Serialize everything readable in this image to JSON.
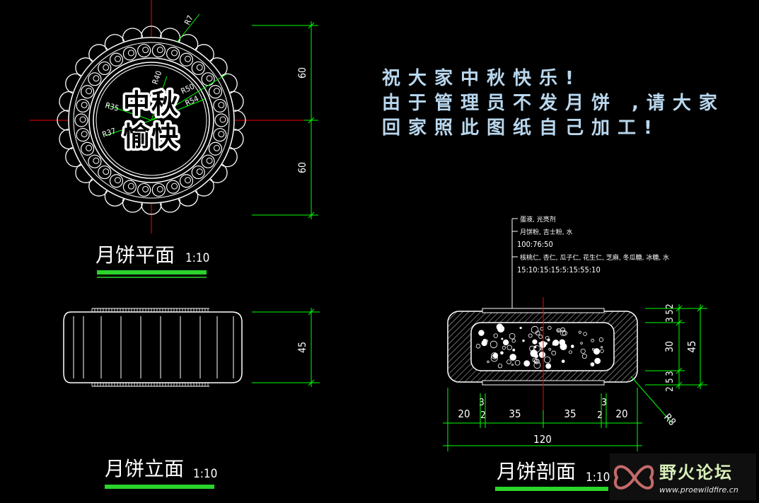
{
  "message": {
    "line1": "祝大家中秋快乐!",
    "line2": "由于管理员不发月饼 ,请大家",
    "line3": "回家照此图纸自己加工!"
  },
  "plan": {
    "stamp_line1": "中秋",
    "stamp_line2": "愉快",
    "title": "月饼平面",
    "scale": "1:10",
    "radius_labels": [
      "R7",
      "R40",
      "R50",
      "R54",
      "R35",
      "R37"
    ],
    "dim_top": "60",
    "dim_bottom": "60"
  },
  "elevation": {
    "title": "月饼立面",
    "scale": "1:10",
    "dim_height": "45"
  },
  "section": {
    "title": "月饼剖面",
    "scale": "1:10",
    "notes": [
      "蛋液, 光亮剂",
      "月饼粉, 吉士粉, 水",
      "100:76:50",
      "核桃仁, 杏仁, 瓜子仁, 花生仁, 芝麻, 冬瓜糖, 冰糖, 水",
      "15:10:15:15:5:15:55:10"
    ],
    "bottom_dims": [
      "20",
      "3",
      "2",
      "35",
      "35",
      "2",
      "3",
      "20"
    ],
    "total_width": "120",
    "right_dims": [
      "5",
      "3",
      "2",
      "30",
      "3",
      "5",
      "2"
    ],
    "total_height": "45",
    "corner_radius": "R8"
  },
  "watermark": {
    "name": "野火论坛",
    "url": "www.proewildfire.cn"
  },
  "colors": {
    "background": "#000000",
    "dimension": "#00ff00",
    "centerline": "#ff0000",
    "geometry": "#ffffff",
    "message": "#b9d7ee",
    "underline": "#2bd32b"
  }
}
